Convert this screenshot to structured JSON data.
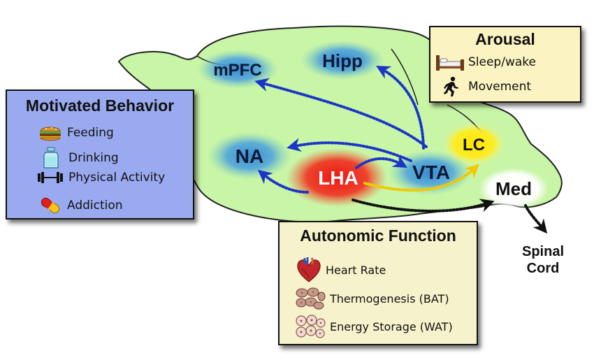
{
  "regions": {
    "mpfc": "mPFC",
    "hipp": "Hipp",
    "na": "NA",
    "lha": "LHA",
    "vta": "VTA",
    "lc": "LC",
    "med": "Med",
    "spinal_line1": "Spinal",
    "spinal_line2": "Cord"
  },
  "motivated": {
    "title": "Motivated Behavior",
    "items": [
      {
        "label": "Feeding",
        "icon": "burger-icon"
      },
      {
        "label": "Drinking",
        "icon": "water-bottle-icon"
      },
      {
        "label": "Physical Activity",
        "icon": "dumbbell-icon"
      },
      {
        "label": "Addiction",
        "icon": "pill-capsule-icon"
      }
    ]
  },
  "arousal": {
    "title": "Arousal",
    "items": [
      {
        "label": "Sleep/wake",
        "icon": "bed-icon"
      },
      {
        "label": "Movement",
        "icon": "running-person-icon"
      }
    ]
  },
  "autonomic": {
    "title": "Autonomic Function",
    "items": [
      {
        "label": "Heart Rate",
        "icon": "heart-icon"
      },
      {
        "label": "Thermogenesis (BAT)",
        "icon": "brown-fat-cells-icon"
      },
      {
        "label": "Energy Storage (WAT)",
        "icon": "white-fat-cells-icon"
      }
    ]
  },
  "colors": {
    "brain_fill": "#c8f5a6",
    "brain_stroke": "#222222",
    "blue_region": "#3b8fd6",
    "lha_red": "#ee1c1c",
    "lc_yellow": "#ffe600",
    "arrow_blue": "#1a35c8",
    "arrow_yellow": "#f2c900",
    "arrow_black": "#111111",
    "motivated_bg": "#9aaaf0",
    "arousal_bg": "#fbf3c2",
    "autonomic_bg": "#f6f2cc"
  }
}
